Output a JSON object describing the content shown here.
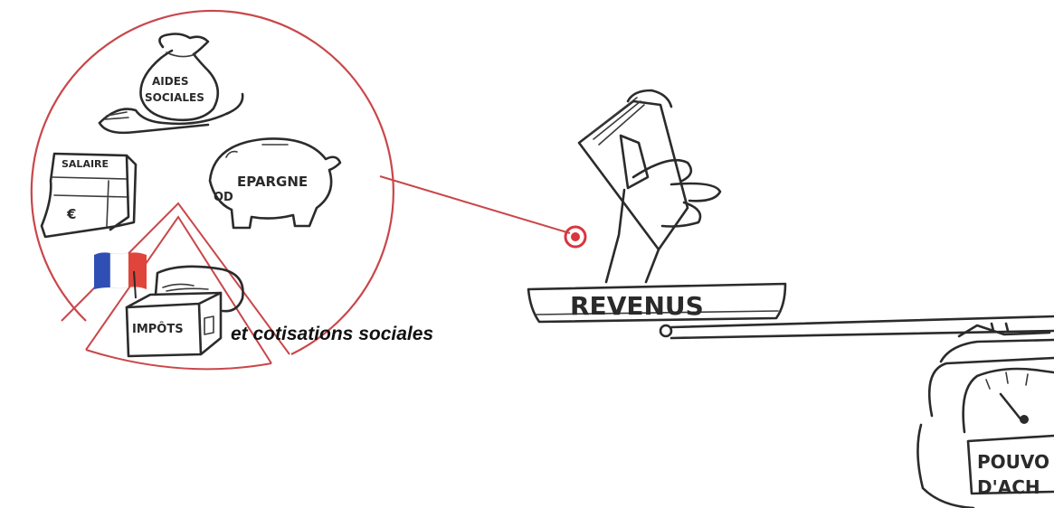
{
  "circle": {
    "labels": {
      "aides_line1": "AIDES",
      "aides_line2": "SOCIALES",
      "salaire": "SALAIRE",
      "euro": "€",
      "od": "OD",
      "epargne": "EPARGNE",
      "impots": "IMPÔTS"
    },
    "caption": "et cotisations sociales"
  },
  "scale": {
    "plate_label": "REVENUS",
    "gauge_line1": "POUVO",
    "gauge_line2": "D'ACH"
  },
  "colors": {
    "accent_red": "#d9363e",
    "circle_outline": "#c9474a",
    "ink": "#2b2b2b",
    "flag_blue": "#2f4fb5",
    "flag_red": "#e0453b"
  }
}
